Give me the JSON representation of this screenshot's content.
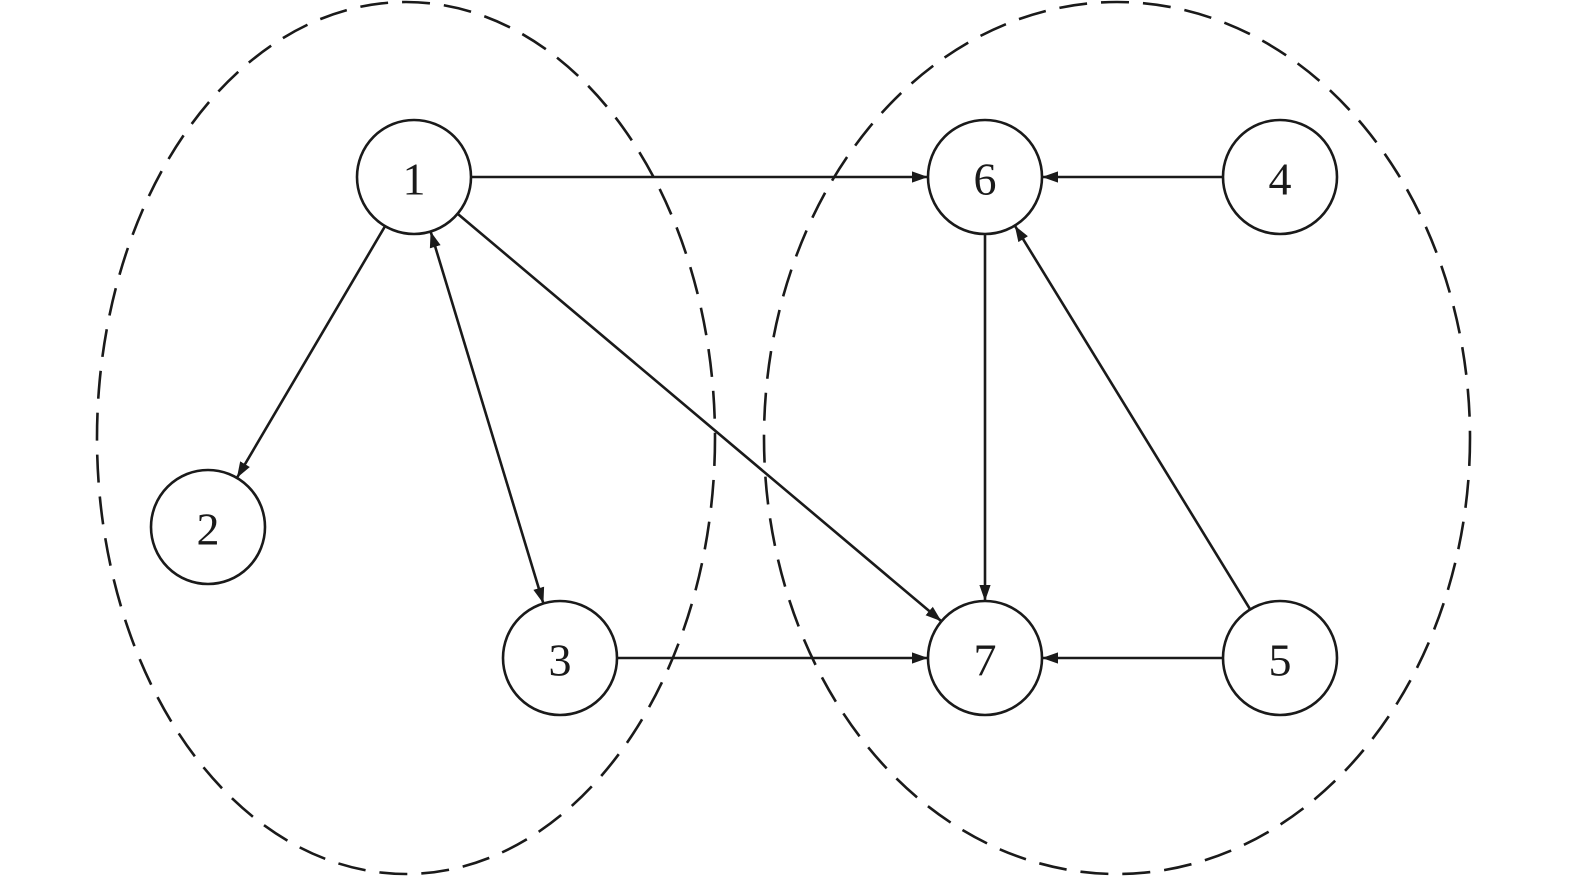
{
  "diagram": {
    "stroke_color": "#1a1a1a",
    "background": "#ffffff",
    "nodes": [
      {
        "id": "1",
        "label": "1"
      },
      {
        "id": "2",
        "label": "2"
      },
      {
        "id": "3",
        "label": "3"
      },
      {
        "id": "4",
        "label": "4"
      },
      {
        "id": "5",
        "label": "5"
      },
      {
        "id": "6",
        "label": "6"
      },
      {
        "id": "7",
        "label": "7"
      }
    ],
    "edges": [
      {
        "from": "1",
        "to": "6",
        "bidirectional": false
      },
      {
        "from": "1",
        "to": "2",
        "bidirectional": false
      },
      {
        "from": "1",
        "to": "3",
        "bidirectional": true
      },
      {
        "from": "1",
        "to": "7",
        "bidirectional": false
      },
      {
        "from": "3",
        "to": "7",
        "bidirectional": false
      },
      {
        "from": "4",
        "to": "6",
        "bidirectional": false
      },
      {
        "from": "5",
        "to": "6",
        "bidirectional": false
      },
      {
        "from": "5",
        "to": "7",
        "bidirectional": false
      },
      {
        "from": "6",
        "to": "7",
        "bidirectional": false
      }
    ],
    "clusters": [
      {
        "id": "left",
        "members": [
          "1",
          "2",
          "3"
        ]
      },
      {
        "id": "right",
        "members": [
          "4",
          "5",
          "6",
          "7"
        ]
      }
    ]
  }
}
